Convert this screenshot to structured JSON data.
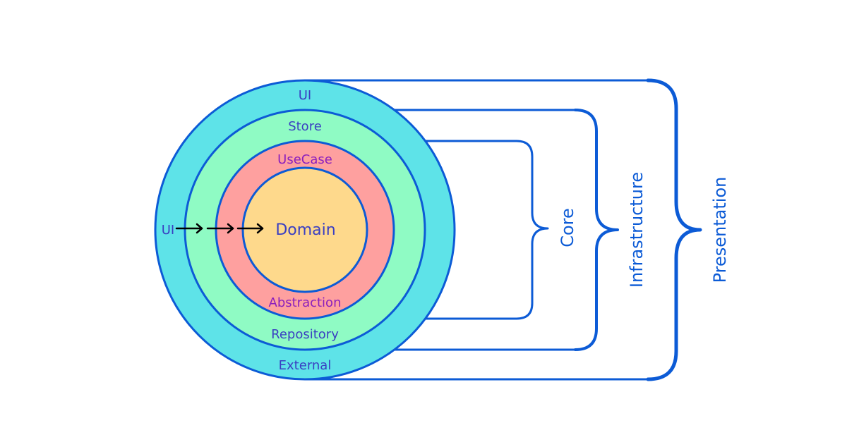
{
  "rings": {
    "outer": {
      "top_label": "UI",
      "bottom_label": "External",
      "fill": "#5ee3e8"
    },
    "second": {
      "top_label": "Store",
      "bottom_label": "Repository",
      "fill": "#8ffbc4"
    },
    "third": {
      "top_label": "UseCase",
      "bottom_label": "Abstraction",
      "fill": "#fea09f"
    },
    "center": {
      "label": "Domain",
      "fill": "#fed98c"
    }
  },
  "flow": {
    "start_label": "UI"
  },
  "groups": {
    "core": "Core",
    "infrastructure": "Infrastructure",
    "presentation": "Presentation"
  },
  "colors": {
    "stroke": "#0c5bd6",
    "ring_text": "#3a3fc2",
    "usecase_text": "#8b1fbd",
    "arrow": "#000000"
  }
}
